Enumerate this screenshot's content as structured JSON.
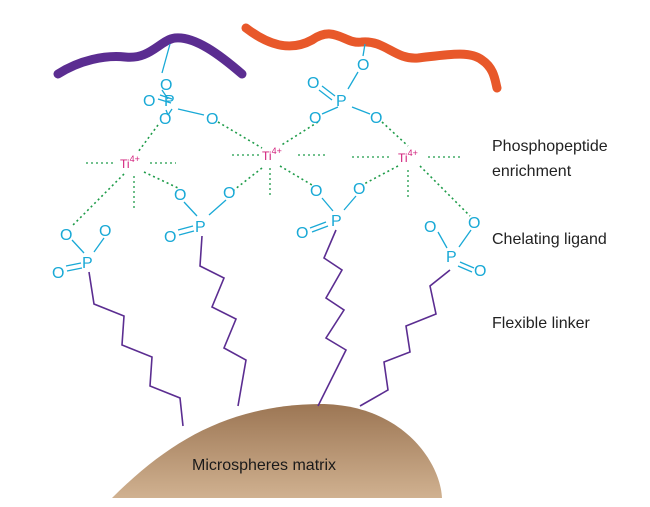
{
  "labels": {
    "phospho_line1": "Phosphopeptide",
    "phospho_line2": "enrichment",
    "chelating": "Chelating ligand",
    "linker": "Flexible linker",
    "matrix": "Microspheres matrix"
  },
  "atoms": {
    "oxygen": "O",
    "phosphorus": "P",
    "titanium": "Ti",
    "titanium_charge": "4+"
  },
  "colors": {
    "atom": "#19a9d6",
    "titanium": "#d11d7a",
    "chelation": "#1f9c4a",
    "linker": "#5b2d91",
    "peptide_left": "#5b2d91",
    "peptide_right": "#e8582a",
    "matrix_top": "#a07c5a",
    "matrix_bottom": "#c6a584"
  }
}
